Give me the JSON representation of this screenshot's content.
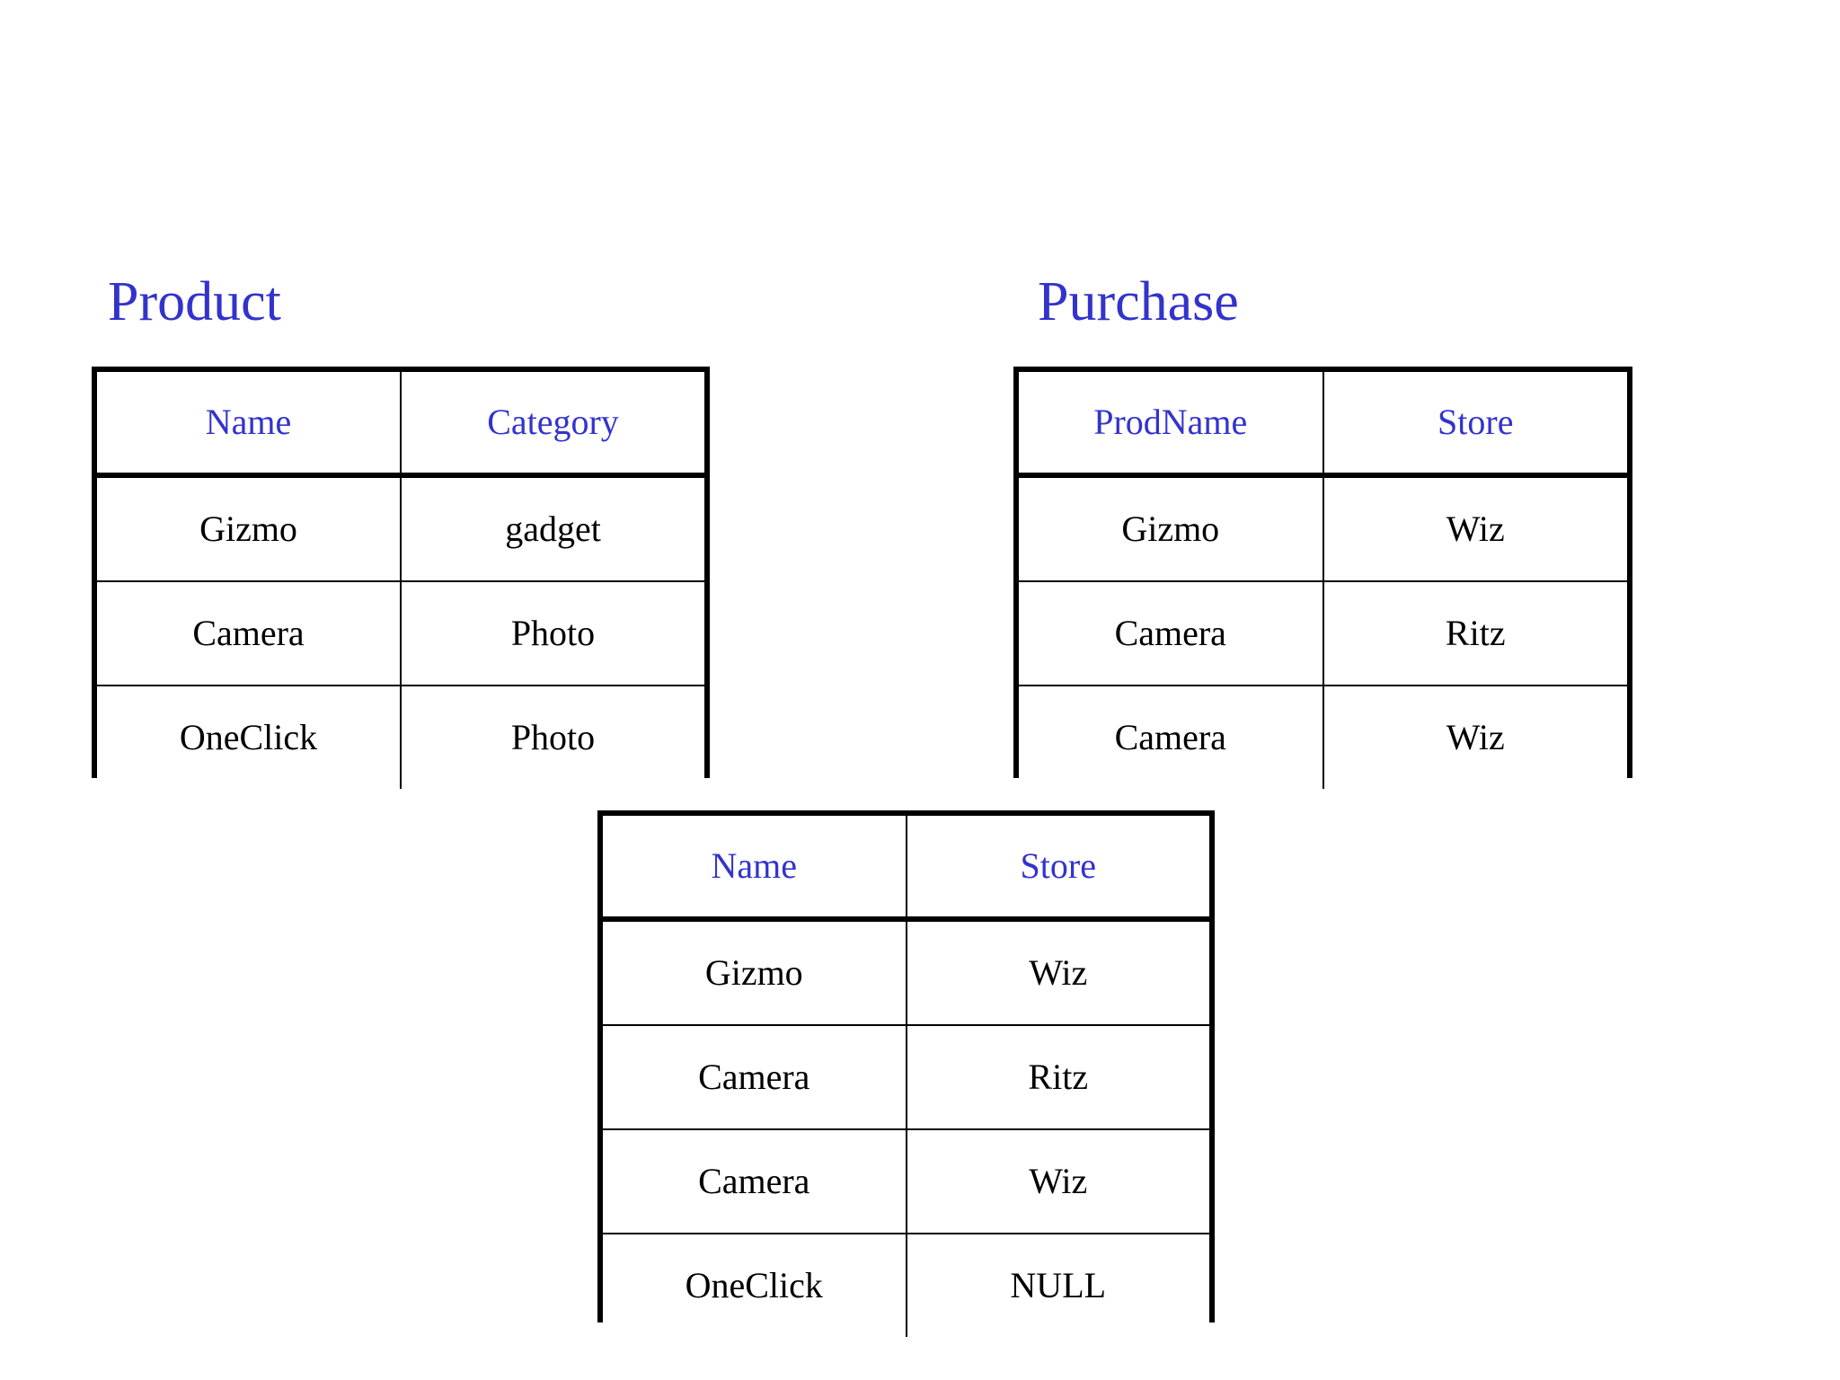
{
  "page": {
    "background_color": "#ffffff",
    "header_text_color": "#3333cc",
    "body_text_color": "#000000",
    "null_text_color": "#ee4444",
    "border_color": "#000000"
  },
  "tables": {
    "product": {
      "title": "Product",
      "columns": [
        "Name",
        "Category"
      ],
      "rows": [
        [
          "Gizmo",
          "gadget"
        ],
        [
          "Camera",
          "Photo"
        ],
        [
          "OneClick",
          "Photo"
        ]
      ]
    },
    "purchase": {
      "title": "Purchase",
      "columns": [
        "ProdName",
        "Store"
      ],
      "rows": [
        [
          "Gizmo",
          "Wiz"
        ],
        [
          "Camera",
          "Ritz"
        ],
        [
          "Camera",
          "Wiz"
        ]
      ]
    },
    "result": {
      "title": "",
      "columns": [
        "Name",
        "Store"
      ],
      "rows": [
        [
          "Gizmo",
          "Wiz"
        ],
        [
          "Camera",
          "Ritz"
        ],
        [
          "Camera",
          "Wiz"
        ],
        [
          "OneClick",
          "NULL"
        ]
      ],
      "null_cells": [
        [
          3,
          1
        ]
      ]
    }
  }
}
